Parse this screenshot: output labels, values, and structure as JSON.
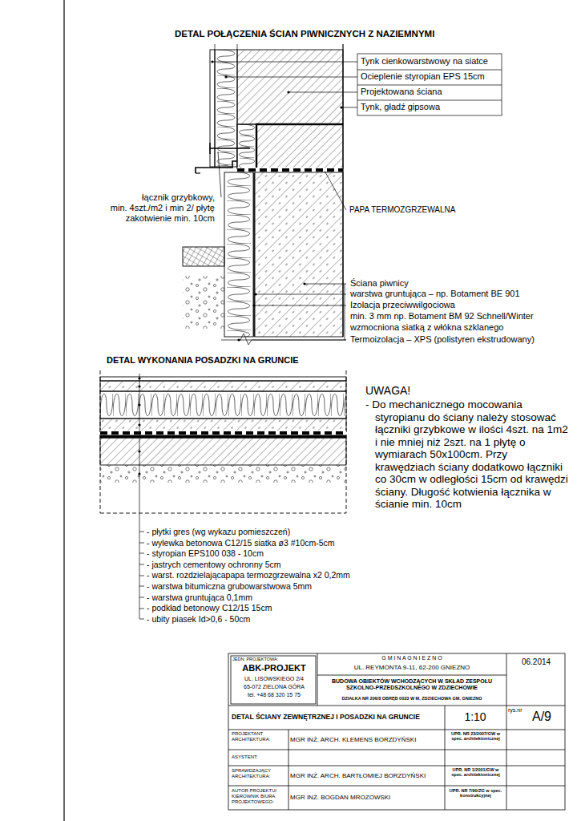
{
  "diagram": {
    "title": "DETAL POŁĄCZENIA ŚCIAN PIWNICZNYCH Z NAZIEMNYMI",
    "labels": [
      "Tynk cienkowarstwowy na siatce",
      "Ocieplenie styropian EPS 15cm",
      "Projektowana ściana",
      "Tynk, gładź gipsowa",
      "łącznik grzybkowy,",
      "min. 4szt./m2 i min 2/ płytę",
      "zakotwienie min. 10cm",
      "PAPA TERMOZGRZEWALNA",
      "Ściana piwnicy",
      "warstwa gruntująca – np. Botament BE 901",
      "Izolacja przeciwwilgociowa",
      "min. 3 mm np. Botament BM 92 Schnell/Winter",
      "wzmocniona siatką z włókna szklanego",
      "Termoizolacja – XPS (polistyren ekstrudowany)",
      "DETAL WYKONANIA POSADZKI NA GRUNCIE",
      "UWAGA!",
      "- Do mechanicznego mocowania styropianu do ściany należy stosować łączniki grzybkowe w ilości 4szt. na 1m2 i nie mniej niż 2szt. na 1 płytę o wymiarach 50x100cm. Przy krawędziach ściany dodatkowo łączniki co 30cm w odległości 15cm od krawędzi ściany. Długość kotwienia łącznika w ścianie min. 10cm",
      "- płytki gres (wg wykazu pomieszczeń)",
      "- wylewka betonowa C12/15 siatka ø3 #10cm-5cm",
      "- styropian EPS100 038 - 10cm",
      "- jastrych cementowy ochronny 5cm",
      "- warst. rozdzielającapapa termozgrzewalna x2 0,2mm",
      "- warstwa bitumiczna grubowarstwowa 5mm",
      "- warstwa gruntująca 0,1mm",
      "- podkład betonowy C12/15 15cm",
      "- ubity piasek Id>0,6 - 50cm",
      "JEDN. PROJEKTOWA:",
      "ABK-PROJEKT",
      "UL. LISOWSKIEGO 2/4",
      "65-072 ZIELONA GÓRA",
      "tel. +48 68 320 15 75",
      "G M I N A G N I E Z N O",
      "UL. REYMONTA 9-11, 62-200 GNIEZNO",
      "06.2014",
      "BUDOWA OBIEKTÓW WCHODZĄCYCH W SKŁAD ZESPOŁU SZKOLNO-PRZEDSZKOLNEGO W ZDZIECHOWIE",
      "DZIAŁKA NR 206/8 OBRĘB 0033 W M, ZDZIECHOWA GM, GNIEZNO",
      "DETAL ŚCIANY ZEWNĘTRZNEJ I POSADZKI NA GRUNCIE",
      "1:10",
      "rys.nr",
      "A/9",
      "PROJEKTANT ARCHITEKTURA:",
      "MGR INŻ. ARCH. KLEMENS BORZDYŃSKI",
      "UPR. NR 23/2007/GW w spec. architektonicznej",
      "ASYSTENT:",
      "SPRAWDZAJĄCY ARCHITEKTURA:",
      "MGR INŻ. ARCH. BARTŁOMIEJ BORZDYŃSKI",
      "UPR. NR 1/2001/GW w spec. architektonicznej",
      "AUTOR PROJEKTU/ KIEROWNIK BIURA PROJEKTOWEGO:",
      "MGR INŻ. BOGDAN MROZOWSKI",
      "UPR. NR 7/90/ZG w spec. konstrukcyjnej"
    ]
  }
}
